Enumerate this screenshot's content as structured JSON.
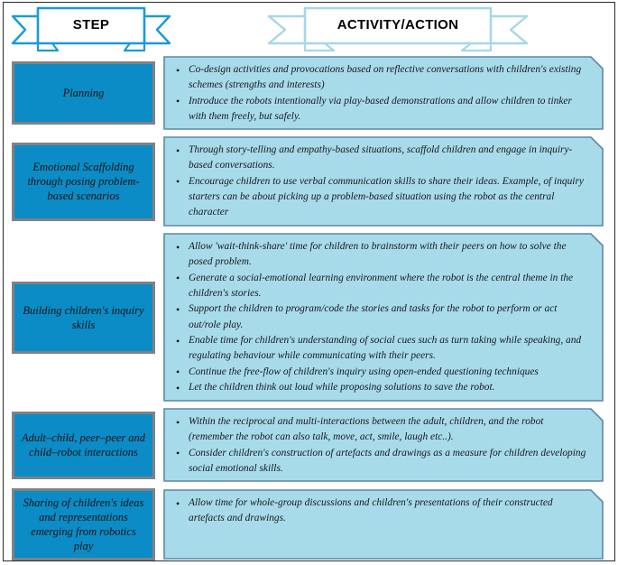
{
  "headers": {
    "step": {
      "label": "STEP",
      "outline_color": "#1b9ad6"
    },
    "activity": {
      "label": "ACTIVITY/ACTION",
      "outline_color": "#a6d7e8"
    }
  },
  "colors": {
    "step_box_fill": "#0b8cc6",
    "step_box_border": "#808285",
    "activity_fill": "#a8dbea",
    "activity_border": "#5b87a8",
    "frame_border": "#2b2b2b",
    "text": "#15181c"
  },
  "rows": [
    {
      "step": "Planning",
      "items": [
        "Co-design activities and provocations based on reflective conversations with children's existing schemes (strengths and interests)",
        "Introduce the robots intentionally via play-based demonstrations and allow children to tinker with them freely, but safely."
      ]
    },
    {
      "step": "Emotional Scaffolding through posing problem-based scenarios",
      "items": [
        "Through story-telling and empathy-based situations, scaffold children and engage in inquiry-based conversations.",
        "Encourage children to use verbal communication skills to share their ideas. Example, of inquiry starters can be about picking up a problem-based situation using the robot as the central character"
      ]
    },
    {
      "step": "Building children's inquiry skills",
      "items": [
        "Allow 'wait-think-share' time for children to brainstorm with their peers on how to solve the posed problem.",
        "Generate a social-emotional learning environment where the robot is the central theme in the children's stories.",
        "Support the children to program/code the stories and tasks for the robot to perform or act out/role play.",
        "Enable time for children's understanding of social cues such as turn taking while speaking, and regulating behaviour while communicating with their peers.",
        "Continue the free-flow of children's inquiry using open-ended questioning techniques",
        "Let the children think out loud while proposing solutions to save the robot."
      ]
    },
    {
      "step": "Adult–child, peer–peer and child–robot interactions",
      "items": [
        "Within the reciprocal and multi-interactions between the adult, children, and the robot (remember the robot can also talk, move, act, smile, laugh etc..).",
        "Consider children's construction of artefacts and drawings as a measure for children developing social emotional skills."
      ]
    },
    {
      "step": "Sharing of children's ideas and representations emerging from robotics play",
      "items": [
        "Allow time for whole-group discussions and children's presentations of their constructed artefacts and drawings."
      ]
    }
  ]
}
